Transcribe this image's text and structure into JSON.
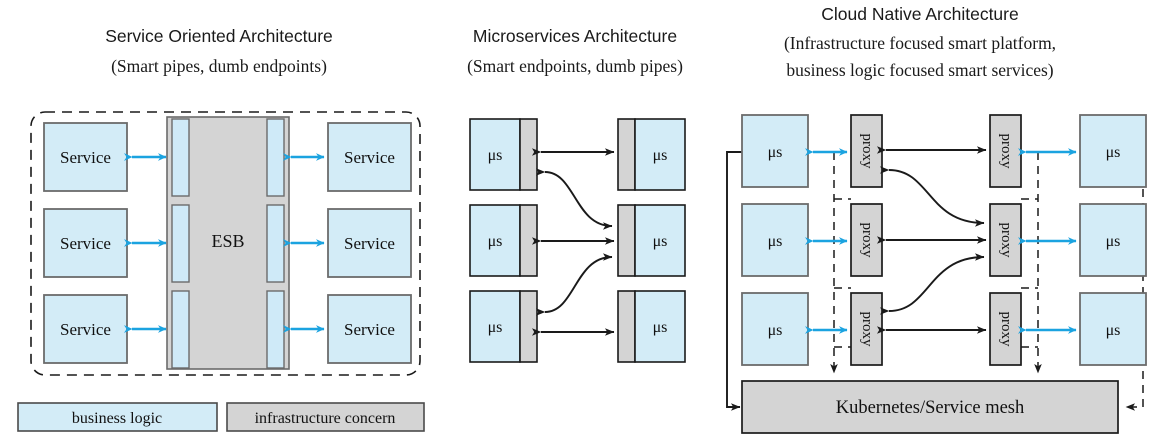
{
  "figure": {
    "palette": {
      "business_logic_fill": "#d3ecf7",
      "infrastructure_fill": "#d4d4d4",
      "box_stroke": "#6b6b6b",
      "dark_stroke": "#1a1a1a",
      "arrow_blue": "#1ba3e0",
      "arrow_black": "#1a1a1a",
      "background": "#ffffff"
    }
  },
  "panels": {
    "soa": {
      "title": "Service Oriented Architecture",
      "subtitle": "(Smart pipes, dumb endpoints)",
      "left_services": [
        "Service",
        "Service",
        "Service"
      ],
      "right_services": [
        "Service",
        "Service",
        "Service"
      ],
      "bus_label": "ESB",
      "connector_count": 6,
      "arrow_color": "#1ba3e0"
    },
    "microservices": {
      "title": "Microservices Architecture",
      "subtitle": "(Smart endpoints, dumb pipes)",
      "left_nodes": [
        "μs",
        "μs",
        "μs"
      ],
      "right_nodes": [
        "μs",
        "μs",
        "μs"
      ],
      "arrow_color": "#1a1a1a",
      "sidecar_note": "gray infrastructure strip attached to each service box"
    },
    "cloudnative": {
      "title": "Cloud Native Architecture",
      "subtitle_line1": "(Infrastructure focused smart platform,",
      "subtitle_line2": "business logic focused smart services)",
      "left_nodes": [
        "μs",
        "μs",
        "μs"
      ],
      "right_nodes": [
        "μs",
        "μs",
        "μs"
      ],
      "left_proxies": [
        "proxy",
        "proxy",
        "proxy"
      ],
      "right_proxies": [
        "proxy",
        "proxy",
        "proxy"
      ],
      "platform_label": "Kubernetes/Service mesh",
      "service_proxy_arrow_color": "#1ba3e0",
      "proxy_proxy_arrow_color": "#1a1a1a"
    }
  },
  "legend": {
    "items": [
      {
        "label": "business logic",
        "color": "#d3ecf7"
      },
      {
        "label": "infrastructure concern",
        "color": "#d4d4d4"
      }
    ]
  }
}
